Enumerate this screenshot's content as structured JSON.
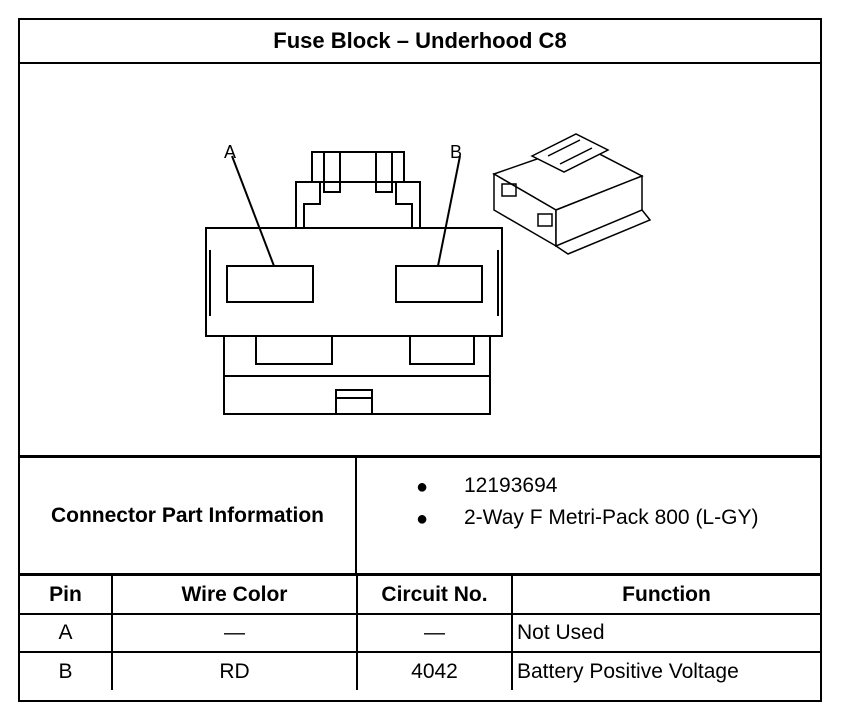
{
  "title": "Fuse Block – Underhood C8",
  "figure": {
    "label_a": "A",
    "label_b": "B"
  },
  "connector_info": {
    "label": "Connector Part Information",
    "items": [
      "12193694",
      "2-Way F Metri-Pack 800 (L-GY)"
    ]
  },
  "pin_table": {
    "headers": {
      "pin": "Pin",
      "wire_color": "Wire Color",
      "circuit": "Circuit No.",
      "function": "Function"
    },
    "rows": [
      {
        "pin": "A",
        "wire_color": "—",
        "circuit": "—",
        "function": "Not Used"
      },
      {
        "pin": "B",
        "wire_color": "RD",
        "circuit": "4042",
        "function": "Battery Positive Voltage"
      }
    ]
  }
}
